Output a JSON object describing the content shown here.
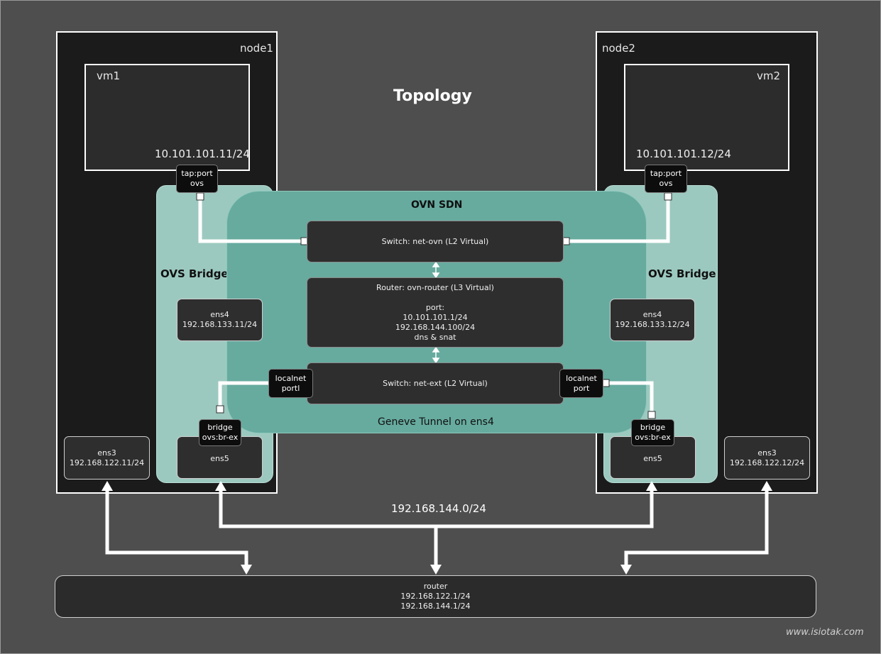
{
  "title": "Topology",
  "watermark": "www.isiotak.com",
  "subnet_label": "192.168.144.0/24",
  "ovn": {
    "title": "OVN SDN",
    "tunnel_label": "Geneve Tunnel on ens4",
    "switch_ovn": "Switch: net-ovn (L2 Virtual)",
    "router": {
      "line1": "Router: ovn-router (L3 Virtual)",
      "line2": "port:",
      "line3": "10.101.101.1/24",
      "line4": "192.168.144.100/24",
      "line5": "dns & snat"
    },
    "switch_ext": "Switch: net-ext (L2 Virtual)"
  },
  "node1": {
    "label": "node1",
    "vm": {
      "label": "vm1",
      "ip": "10.101.101.11/24"
    },
    "tap": {
      "line1": "tap:port",
      "line2": "ovs"
    },
    "ovs_label": "OVS Bridge",
    "ens4": {
      "name": "ens4",
      "ip": "192.168.133.11/24"
    },
    "localnet": {
      "line1": "localnet",
      "line2": "portl"
    },
    "bridge": {
      "line1": "bridge",
      "line2": "ovs:br-ex"
    },
    "ens5": "ens5",
    "ens3": {
      "name": "ens3",
      "ip": "192.168.122.11/24"
    }
  },
  "node2": {
    "label": "node2",
    "vm": {
      "label": "vm2",
      "ip": "10.101.101.12/24"
    },
    "tap": {
      "line1": "tap:port",
      "line2": "ovs"
    },
    "ovs_label": "OVS Bridge",
    "ens4": {
      "name": "ens4",
      "ip": "192.168.133.12/24"
    },
    "localnet": {
      "line1": "localnet",
      "line2": "port"
    },
    "bridge": {
      "line1": "bridge",
      "line2": "ovs:br-ex"
    },
    "ens5": "ens5",
    "ens3": {
      "name": "ens3",
      "ip": "192.168.122.12/24"
    }
  },
  "router": {
    "label": "router",
    "ip1": "192.168.122.1/24",
    "ip2": "192.168.144.1/24"
  },
  "colors": {
    "background": "#4e4e4e",
    "node": "#1b1b1b",
    "ovs_bridge": "#9cc9bf",
    "ovn_sdn": "#67ab9f",
    "wire": "#ffffff"
  }
}
